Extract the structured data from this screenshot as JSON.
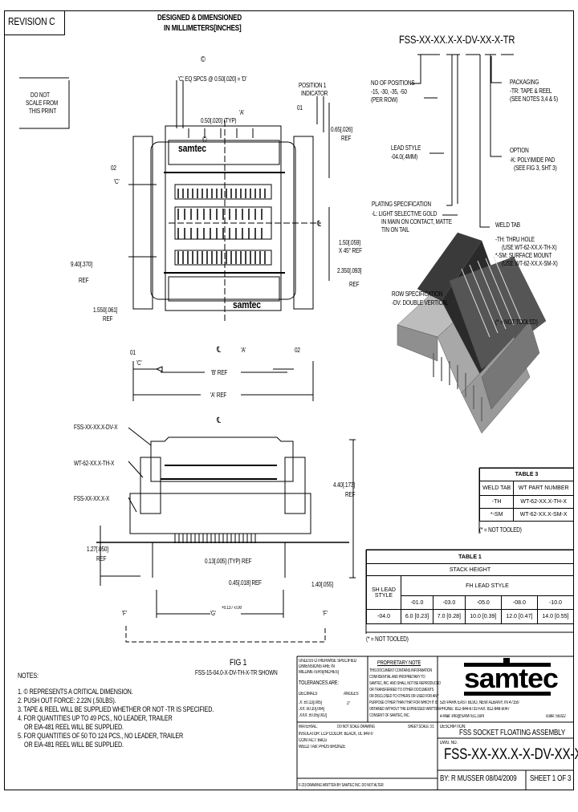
{
  "revision": "REVISION C",
  "heading": {
    "line1": "DESIGNED & DIMENSIONED",
    "line2": "IN MILLIMETERS[INCHES]"
  },
  "do_not_scale": {
    "line1": "DO NOT",
    "line2": "SCALE FROM",
    "line3": "THIS PRINT"
  },
  "part_number": "FSS-XX-XX.X-X-DV-XX-X-TR",
  "callouts": {
    "positions": {
      "title": "NO OF POSITIONS",
      "l1": "-15, -30, -35, -50",
      "l2": "(PER ROW)"
    },
    "lead_style": {
      "title": "LEAD STYLE",
      "l1": "-04.0(.4MM)"
    },
    "plating": {
      "title": "PLATING SPECIFICATION",
      "l1": "-L: LIGHT SELECTIVE GOLD",
      "l2": "IN MAIN ON CONTACT, MATTE",
      "l3": "TIN ON TAIL"
    },
    "row": {
      "title": "ROW SPECIFICATION",
      "l1": "-DV: DOUBLE VERTICAL"
    },
    "not_tooled": "(* = NOT TOOLED)",
    "packaging": {
      "title": "PACKAGING",
      "l1": "-TR: TAPE & REEL",
      "l2": "(SEE NOTES 3,4 & 5)"
    },
    "option": {
      "title": "OPTION",
      "l1": "-K: POLYIMIDE PAD",
      "l2": "(SEE FIG 3, SHT 3)"
    },
    "weld_tab": {
      "title": "WELD TAB",
      "l1": "-TH: THRU HOLE",
      "l2": "(USE WT-62-XX.X-TH-X)",
      "l3": "*-SM: SURFACE MOUNT",
      "l4": "(USE WT-62-XX.X-SM-X)"
    }
  },
  "top_view": {
    "eq_spcs": "'C' EQ SPCS @ 0.50[.020] = 'D'",
    "pitch": "0.50[.020] (TYP)",
    "critical_symbol": "©",
    "pos1": {
      "l1": "POSITION 1",
      "l2": "INDICATOR"
    },
    "dim_065": {
      "l1": "0.65[.026]",
      "l2": "REF"
    },
    "dim_150": {
      "l1": "1.50[.059]",
      "l2": "X 45° REF"
    },
    "dim_1550": {
      "l1": "1.550[.061]",
      "l2": "REF"
    },
    "dim_940": {
      "l1": "9.40[.370]",
      "l2": "REF"
    },
    "dim_2350": {
      "l1": "2.350[.093]",
      "l2": "REF"
    },
    "label_a": "'A'",
    "label_c": "'C'",
    "label_01": "01",
    "label_02": "02",
    "centerline": "℄",
    "b_ref": "'B' REF",
    "a_ref": "'A' REF",
    "logo": "samtec"
  },
  "side_view": {
    "centerline": "℄",
    "lbl_socket": "FSS-XX-XX.X-DV-X",
    "lbl_weld": "WT-62-XX.X-TH-X",
    "lbl_base": "FSS-XX-XX.X-X",
    "dim_440": {
      "l1": "4.40[.173]",
      "l2": "REF"
    },
    "dim_127": {
      "l1": "1.27[.050]",
      "l2": "REF"
    },
    "dim_013": "0.13[.005] (TYP) REF",
    "dim_045": "0.45[.018] REF",
    "dim_140": "1.40[.055]",
    "dim_g": "'G'",
    "dim_g_tol": "+0.13 / -0.00",
    "label_f": "'F'"
  },
  "table3": {
    "title": "TABLE 3",
    "headers": [
      "WELD TAB",
      "WT PART NUMBER"
    ],
    "rows": [
      [
        "-TH",
        "WT-62-XX.X-TH-X"
      ],
      [
        "*-SM",
        "WT-62-XX.X-SM-X"
      ]
    ],
    "footnote": "(* = NOT TOOLED)"
  },
  "table1": {
    "title": "TABLE 1",
    "subtitle": "STACK HEIGHT",
    "row_header": "SH LEAD STYLE",
    "col_header": "FH LEAD STYLE",
    "columns": [
      "-01.0",
      "-03.0",
      "-05.0",
      "-08.0",
      "-10.0"
    ],
    "rows": [
      [
        "-04.0",
        "6.0 [0.23]",
        "7.0 [0.28]",
        "10.0 [0.39]",
        "12.0 [0.47]",
        "14.0 [0.55]"
      ]
    ],
    "footnote": "(* = NOT TOOLED)"
  },
  "figure": {
    "title": "FIG 1",
    "caption": "FSS-15-04.0-X-DV-TH-X-TR SHOWN"
  },
  "notes": {
    "title": "NOTES:",
    "items": [
      "1. © REPRESENTS A CRITICAL DIMENSION.",
      "2. PUSH OUT FORCE: 2.22N (.50LBS).",
      "3. TAPE & REEL WILL BE SUPPLIED WHETHER OR NOT -TR IS SPECIFIED.",
      "4. FOR QUANTITIES UP TO 49 PCS., NO LEADER, TRAILER",
      "   OR EIA-481 REEL WILL BE SUPPLIED.",
      "5. FOR QUANTITIES OF 50 TO 124 PCS., NO LEADER, TRAILER",
      "   OR EIA-481 REEL WILL BE SUPPLIED."
    ]
  },
  "title_block": {
    "unless": [
      "UNLESS OTHERWISE SPECIFIED",
      "DIMENSIONS ARE IN",
      "MILLIMETERS[INCHES]"
    ],
    "tolerances": "TOLERANCES ARE:",
    "decimals": "DECIMALS",
    "angles": "ANGLES",
    "tol_rows": [
      ".X: ±0.13[.005]",
      ".XX: ±0.10[.004]",
      ".XXX: ±0.05[.002]"
    ],
    "angle_tol": "2°",
    "proprietary_title": "PROPRIETARY NOTE",
    "proprietary_lines": [
      "THIS DOCUMENT CONTAINS INFORMATION",
      "CONFIDENTIAL AND PROPRIETARY TO",
      "SAMTEC, INC. AND SHALL NOT BE REPRODUCED",
      "OR TRANSFERRED TO OTHER DOCUMENTS",
      "OR DISCLOSED TO OTHERS OR USED FOR ANY",
      "PURPOSE OTHER THAN THAT FOR WHICH IT IS",
      "OBTAINED WITHOUT THE EXPRESSED WRITTEN",
      "CONSENT OF SAMTEC, INC."
    ],
    "logo": "samtec",
    "address": "520 PARK EAST BLVD, NEW ALBANY, IN 47150",
    "phone": "PHONE: 812-944-6733    FAX: 812-948-5047",
    "email": "e-Mail: info@SAMTEC.com",
    "code": "code: 55322",
    "material_label": "MATERIAL:",
    "do_not_scale": "DO NOT SCALE DRAWING",
    "sheet_scale": "SHEET SCALE: 3:1",
    "material_lines": [
      "INSULATOR: LCP COLOR: BLACK, UL 94V-0",
      "CONTACT: BeCu",
      "WELD TAB: PHOS BRONZE"
    ],
    "footer": "F-219 DRAWING WRITTEN BY SAMTEC INC. DO NOT ALTER",
    "description_label": "DESCRIPTION:",
    "description": "FSS SOCKET FLOATING ASSEMBLY",
    "dwg_label": "DWG. NO.",
    "dwg_no": "FSS-XX-XX.X-X-DV-XX-X-TR",
    "by": "BY:  R MUSSER  08/04/2009",
    "sheet": "SHEET 1 OF 3"
  }
}
